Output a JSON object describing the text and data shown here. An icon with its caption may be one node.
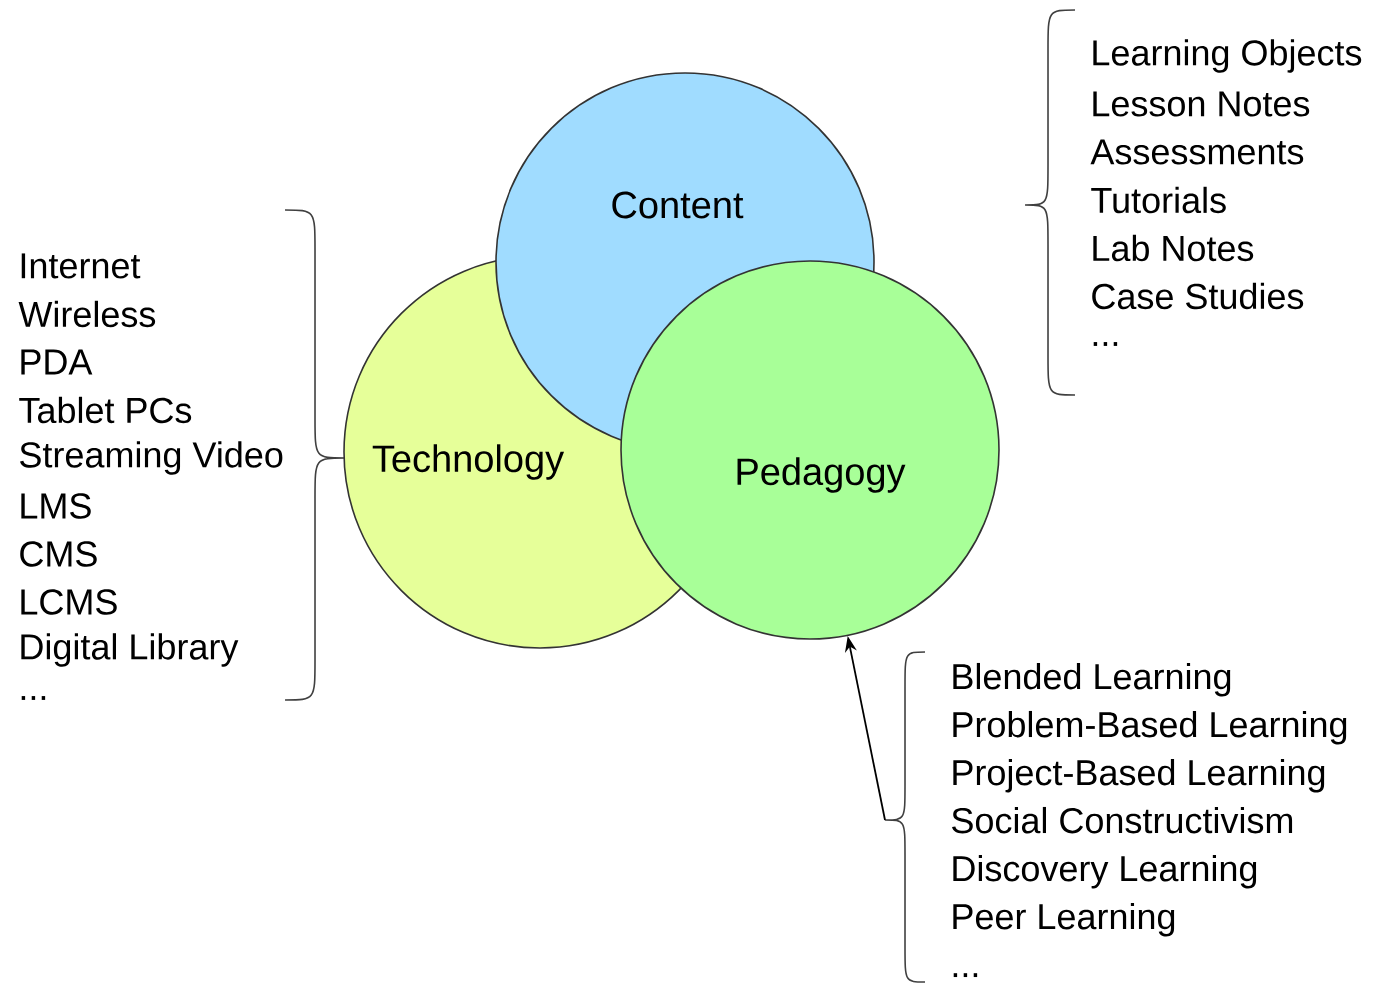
{
  "diagram": {
    "nodes": [
      {
        "text": [
          "Content"
        ]
      },
      {
        "text": [
          "Technology"
        ]
      },
      {
        "text": [
          "Pedagogy"
        ]
      },
      {
        "text": [
          "Blended Learning",
          "Problem-Based Learning",
          "Project-Based Learning",
          "Social Constructivism",
          "Discovery Learning",
          "Peer Learning",
          "..."
        ]
      }
    ],
    "edges": [
      {
        "from": 3,
        "to": 2,
        "arrow": "to"
      }
    ],
    "labels": [
      "Learning Objects",
      "Lesson Notes",
      "Assessments",
      "Tutorials",
      "Lab Notes",
      "Case Studies",
      "...",
      "Internet",
      "Wireless",
      "PDA",
      "Tablet PCs",
      "Streaming Video",
      "LMS",
      "CMS",
      "LCMS",
      "Digital Library",
      "..."
    ]
  }
}
